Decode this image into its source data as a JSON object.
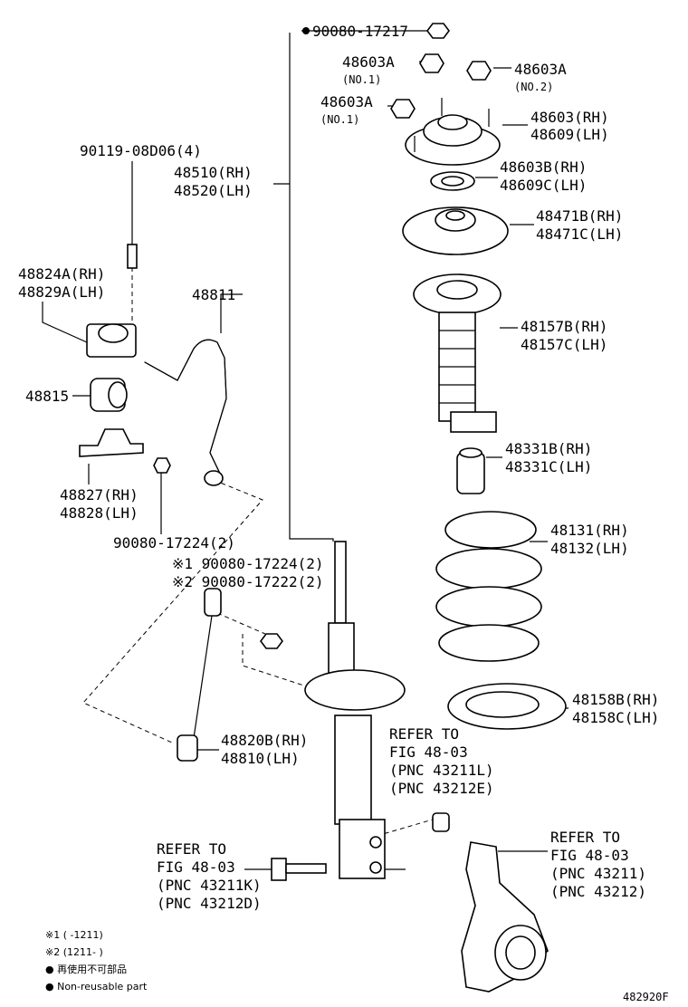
{
  "callouts": {
    "c90080_17217": "90080-17217",
    "c48603a_1": "48603A",
    "c48603a_1_no": "(NO.1)",
    "c48603a_2": "48603A",
    "c48603a_2_no": "(NO.2)",
    "c48603a_3": "48603A",
    "c48603a_3_no": "(NO.1)",
    "c48603_rh": "48603(RH)",
    "c48609_lh": "48609(LH)",
    "c90119": "90119-08D06(4)",
    "c48510_rh": "48510(RH)",
    "c48520_lh": "48520(LH)",
    "c48603b_rh": "48603B(RH)",
    "c48609c_lh": "48609C(LH)",
    "c48471b_rh": "48471B(RH)",
    "c48471c_lh": "48471C(LH)",
    "c48824a_rh": "48824A(RH)",
    "c48829a_lh": "48829A(LH)",
    "c48811": "48811",
    "c48157b_rh": "48157B(RH)",
    "c48157c_lh": "48157C(LH)",
    "c48815": "48815",
    "c48331b_rh": "48331B(RH)",
    "c48331c_lh": "48331C(LH)",
    "c48827_rh": "48827(RH)",
    "c48828_lh": "48828(LH)",
    "c48131_rh": "48131(RH)",
    "c48132_lh": "48132(LH)",
    "c90080_17224_2": "90080-17224(2)",
    "c_note1_part": "※1 90080-17224(2)",
    "c_note2_part": "※2 90080-17222(2)",
    "c48158b_rh": "48158B(RH)",
    "c48158c_lh": "48158C(LH)",
    "c48820b_rh": "48820B(RH)",
    "c48810_lh": "48810(LH)"
  },
  "references": {
    "ref_right_strut": [
      "REFER TO",
      "FIG 48-03",
      "(PNC 43211L)",
      "(PNC 43212E)"
    ],
    "ref_bolt": [
      "REFER TO",
      "FIG 48-03",
      "(PNC 43211K)",
      "(PNC 43212D)"
    ],
    "ref_knuckle": [
      "REFER TO",
      "FIG 48-03",
      "(PNC 43211)",
      "(PNC 43212)"
    ]
  },
  "legend": {
    "note1": "※1 (      -1211)",
    "note2": "※2 (1211-      )",
    "non_reusable_jp": "● 再使用不可部品",
    "non_reusable_en": "● Non-reusable part"
  },
  "figure_id": "482920F"
}
